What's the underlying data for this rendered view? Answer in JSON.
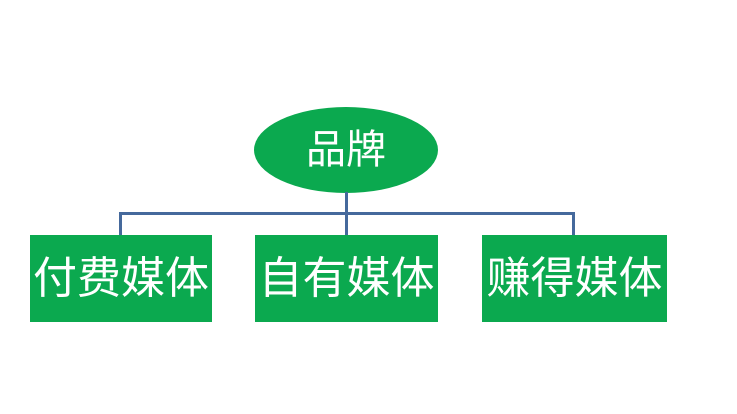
{
  "diagram": {
    "type": "org-chart",
    "root": {
      "label": "品牌"
    },
    "children": [
      {
        "label": "付费媒体"
      },
      {
        "label": "自有媒体"
      },
      {
        "label": "赚得媒体"
      }
    ]
  },
  "colors": {
    "node_fill": "#0BA94F",
    "connector": "#45699C",
    "label_text": "#FFFFFF",
    "background": "#FFFFFF"
  }
}
